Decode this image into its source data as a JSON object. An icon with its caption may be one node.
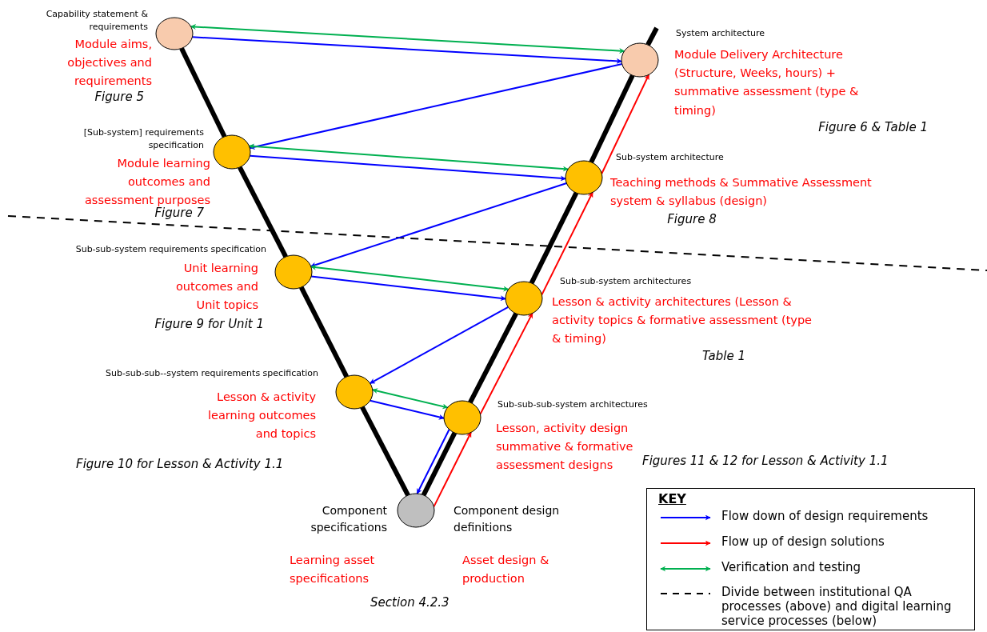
{
  "diagram": {
    "nodes": [
      {
        "text": [],
        "shape": "circle",
        "beside": [
          "Capability statement & requirements",
          "Module aims, objectives and requirements",
          "Figure 5"
        ]
      },
      {
        "text": [],
        "shape": "circle",
        "beside": [
          "System architecture",
          "Module Delivery Architecture (Structure, Weeks, hours) + summative assessment (type & timing)",
          "Figure 6 & Table 1"
        ]
      },
      {
        "text": [],
        "shape": "circle",
        "beside": [
          "[Sub-system] requirements specification",
          "Module learning outcomes and assessment purposes",
          "Figure 7"
        ]
      },
      {
        "text": [],
        "shape": "circle",
        "beside": [
          "Sub-system architecture",
          "Teaching methods & Summative Assessment system & syllabus (design)",
          "Figure 8"
        ]
      },
      {
        "text": [],
        "shape": "circle",
        "beside": [
          "Sub-sub-system requirements specification",
          "Unit learning outcomes and Unit topics",
          "Figure 9 for Unit 1"
        ]
      },
      {
        "text": [],
        "shape": "circle",
        "beside": [
          "Sub-sub-system architectures",
          "Lesson & activity architectures (Lesson & activity topics & formative assessment (type & timing)",
          "Table 1"
        ]
      },
      {
        "text": [],
        "shape": "circle",
        "beside": [
          "Sub-sub-sub--system requirements specification",
          "Lesson & activity learning outcomes and topics",
          "Figure 10 for Lesson & Activity 1.1"
        ]
      },
      {
        "text": [],
        "shape": "circle",
        "beside": [
          "Sub-sub-sub-system architectures",
          "Lesson, activity design summative & formative assessment designs",
          "Figures 11 & 12 for Lesson & Activity 1.1"
        ]
      },
      {
        "text": [],
        "shape": "circle",
        "beside": [
          "Component specifications",
          "Component design definitions",
          "Learning asset specifications",
          "Asset design & production",
          "Section 4.2.3"
        ]
      }
    ],
    "edges": [
      {
        "from": 0,
        "to": 1,
        "arrow": "both",
        "color": "#00b050"
      },
      {
        "from": 0,
        "to": 1,
        "arrow": "to",
        "color": "#0000ff"
      },
      {
        "from": 1,
        "to": 2,
        "arrow": "to",
        "color": "#0000ff"
      },
      {
        "from": 2,
        "to": 3,
        "arrow": "both",
        "color": "#00b050"
      },
      {
        "from": 2,
        "to": 3,
        "arrow": "to",
        "color": "#0000ff"
      },
      {
        "from": 3,
        "to": 4,
        "arrow": "to",
        "color": "#0000ff"
      },
      {
        "from": 4,
        "to": 5,
        "arrow": "both",
        "color": "#00b050"
      },
      {
        "from": 4,
        "to": 5,
        "arrow": "to",
        "color": "#0000ff"
      },
      {
        "from": 5,
        "to": 6,
        "arrow": "to",
        "color": "#0000ff"
      },
      {
        "from": 6,
        "to": 7,
        "arrow": "both",
        "color": "#00b050"
      },
      {
        "from": 6,
        "to": 7,
        "arrow": "to",
        "color": "#0000ff"
      },
      {
        "from": 7,
        "to": 8,
        "arrow": "to",
        "color": "#0000ff"
      },
      {
        "from": 8,
        "to": 7,
        "arrow": "to",
        "color": "#ff0000"
      },
      {
        "from": 7,
        "to": 5,
        "arrow": "to",
        "color": "#ff0000"
      },
      {
        "from": 5,
        "to": 3,
        "arrow": "to",
        "color": "#ff0000"
      },
      {
        "from": 3,
        "to": 1,
        "arrow": "to",
        "color": "#ff0000"
      },
      {
        "from": 0,
        "to": 2,
        "arrow": "none",
        "style": "thick",
        "color": "#000000"
      },
      {
        "from": 2,
        "to": 4,
        "arrow": "none",
        "style": "thick",
        "color": "#000000"
      },
      {
        "from": 4,
        "to": 6,
        "arrow": "none",
        "style": "thick",
        "color": "#000000"
      },
      {
        "from": 6,
        "to": 8,
        "arrow": "none",
        "style": "thick",
        "color": "#000000"
      },
      {
        "from": 8,
        "to": 7,
        "arrow": "none",
        "style": "thick",
        "color": "#000000"
      },
      {
        "from": 7,
        "to": 5,
        "arrow": "none",
        "style": "thick",
        "color": "#000000"
      },
      {
        "from": 5,
        "to": 3,
        "arrow": "none",
        "style": "thick",
        "color": "#000000"
      },
      {
        "from": 3,
        "to": 1,
        "arrow": "none",
        "style": "thick",
        "color": "#000000"
      }
    ],
    "labels": [
      "KEY"
    ],
    "legend": [
      {
        "text": "Flow down of design requirements"
      },
      {
        "text": "Flow up of design solutions"
      },
      {
        "text": "Verification and testing"
      },
      {
        "text": "Divide between institutional QA processes (above) and digital learning service processes (below)"
      }
    ]
  }
}
